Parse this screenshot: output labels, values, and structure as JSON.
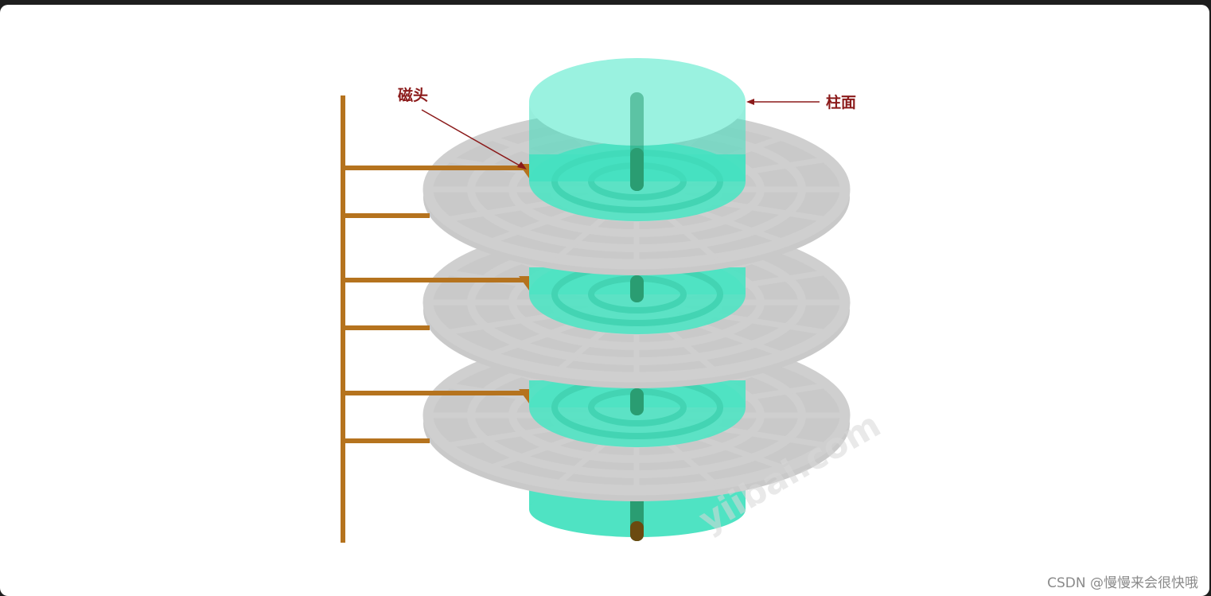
{
  "labels": {
    "head": "磁头",
    "cylinder": "柱面"
  },
  "watermark": "yiibai.com",
  "credit": "CSDN @慢慢来会很快哦",
  "colors": {
    "arm": "#b5731e",
    "cylinder": "#40e0c0",
    "platter": "#cfcfcf",
    "spindle": "#2a9d72",
    "annotation": "#8b1a1a"
  },
  "platter_count": 3
}
